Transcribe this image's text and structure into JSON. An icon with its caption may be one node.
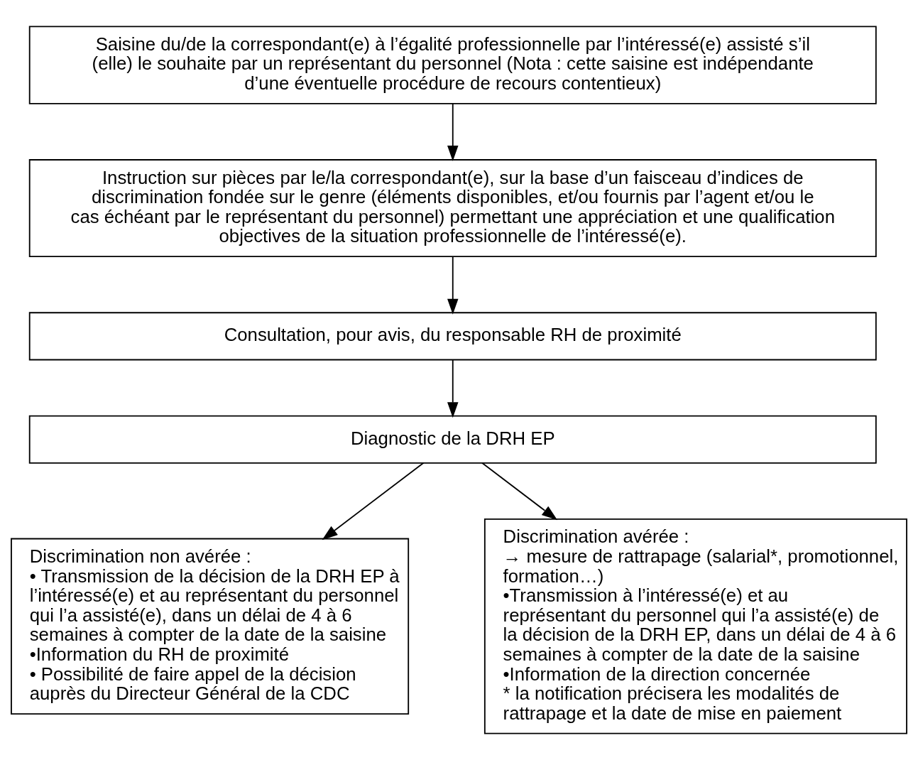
{
  "diagram": {
    "nodes": [
      {
        "text": [
          "Saisine du/de la correspondant(e) à l’égalité professionnelle par l’intéressé(e) assisté s’il (elle) le souhaite par un représentant du personnel (Nota : cette saisine est indépendante d’une éventuelle procédure de recours contentieux)"
        ]
      },
      {
        "text": [
          "Instruction sur pièces par le/la correspondant(e), sur la base d’un faisceau d’indices de discrimination fondée sur le genre (éléments disponibles, et/ou fournis par l’agent et/ou le cas échéant par le représentant du personnel) permettant une appréciation et une qualification objectives de la situation professionnelle de l’intéressé(e)."
        ]
      },
      {
        "text": [
          "Consultation, pour avis, du responsable RH de proximité"
        ]
      },
      {
        "text": [
          "Diagnostic de la DRH EP"
        ]
      },
      {
        "text": [
          "Discrimination non avérée :",
          "• Transmission de la décision de la DRH EP à l’intéressé(e) et au représentant du personnel qui l’a assisté(e), dans un délai de 4 à 6 semaines à compter de la date de la saisine",
          "•Information du RH de proximité",
          "• Possibilité de faire appel de la décision auprès du Directeur Général de la CDC"
        ]
      },
      {
        "text": [
          "Discrimination avérée :",
          "→ mesure de rattrapage (salarial*, promotionnel, formation…)",
          "•Transmission à l’intéressé(e) et au représentant du personnel qui l’a assisté(e) de la décision de la DRH EP, dans un délai de 4 à 6 semaines à compter de la date de la saisine",
          "•Information de la direction concernée",
          "* la notification précisera les modalités de rattrapage et la date de mise en paiement"
        ]
      }
    ],
    "edges": [
      {
        "from": 0,
        "to": 1,
        "arrow": "to"
      },
      {
        "from": 1,
        "to": 2,
        "arrow": "to"
      },
      {
        "from": 2,
        "to": 3,
        "arrow": "to"
      },
      {
        "from": 3,
        "to": 4,
        "arrow": "to"
      },
      {
        "from": 3,
        "to": 5,
        "arrow": "to"
      }
    ]
  }
}
